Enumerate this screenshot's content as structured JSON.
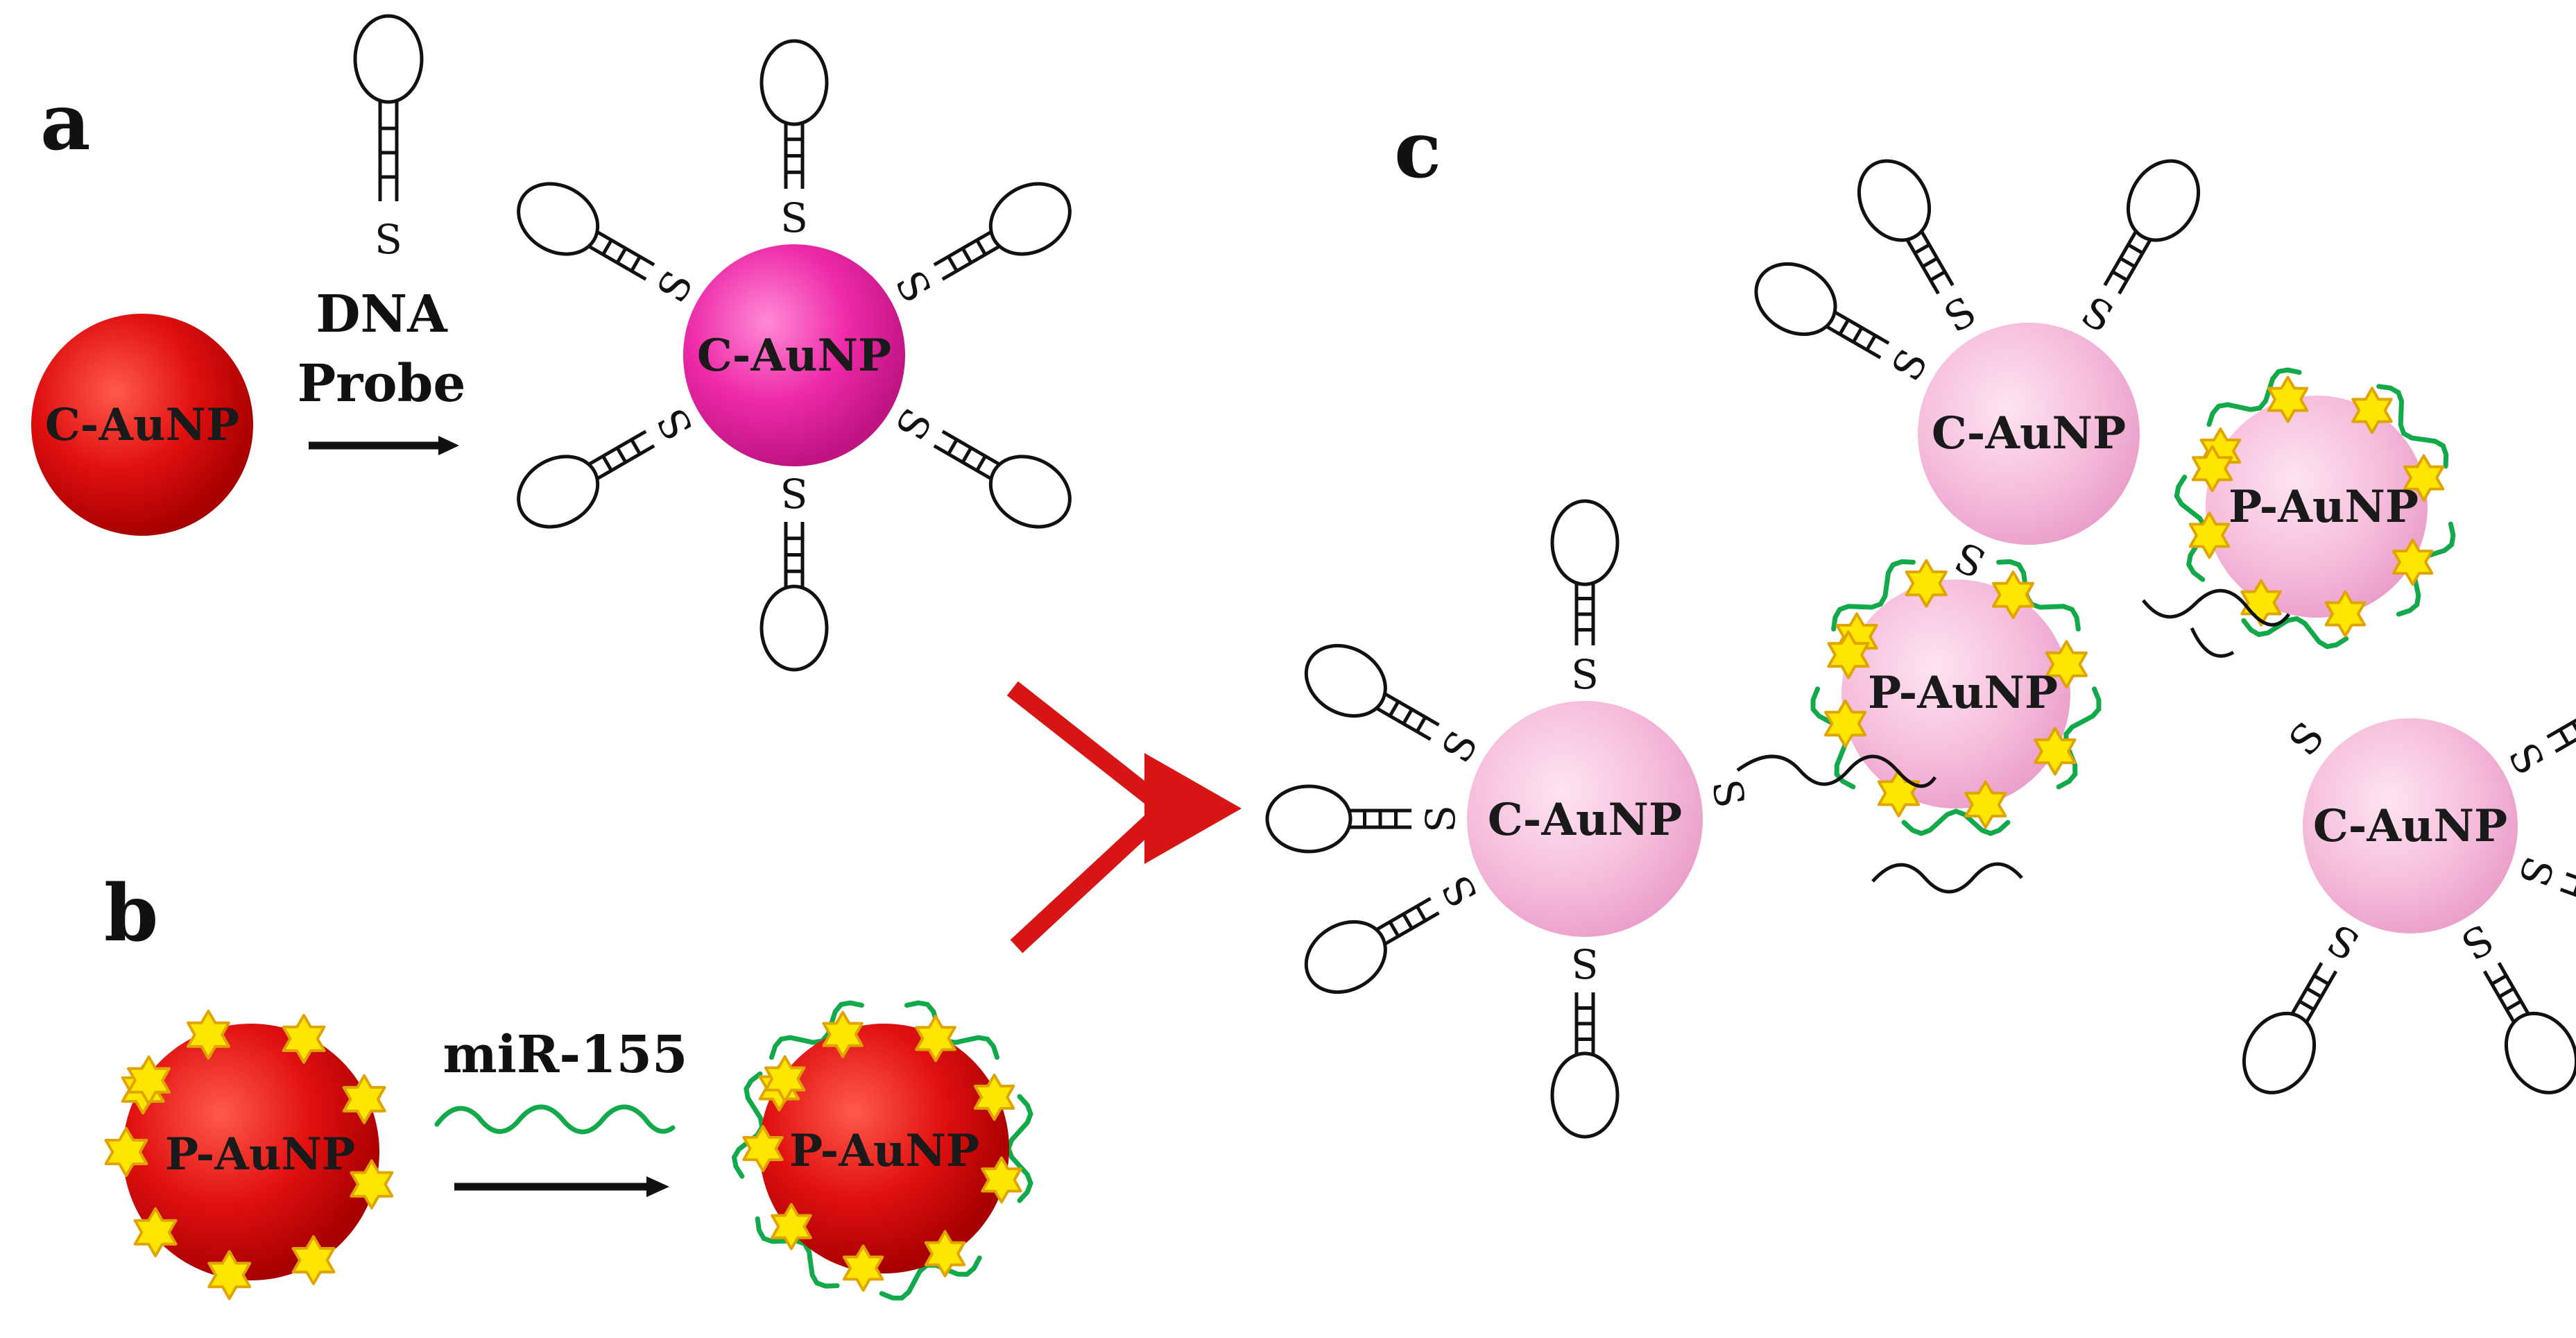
{
  "panels": {
    "a": "a",
    "b": "b",
    "c": "c"
  },
  "labels": {
    "c_aunp": "C-AuNP",
    "p_aunp": "P-AuNP",
    "dna": "DNA",
    "probe": "Probe",
    "mir": "miR-155",
    "sulfur": "S"
  },
  "colors": {
    "red_np": "#e01010",
    "pink_np": "#ee2aa8",
    "light_pink_np": "#f6bedc",
    "star": "#ffe600",
    "green_strand": "#12a94a",
    "merge_arrow": "#d81515"
  }
}
